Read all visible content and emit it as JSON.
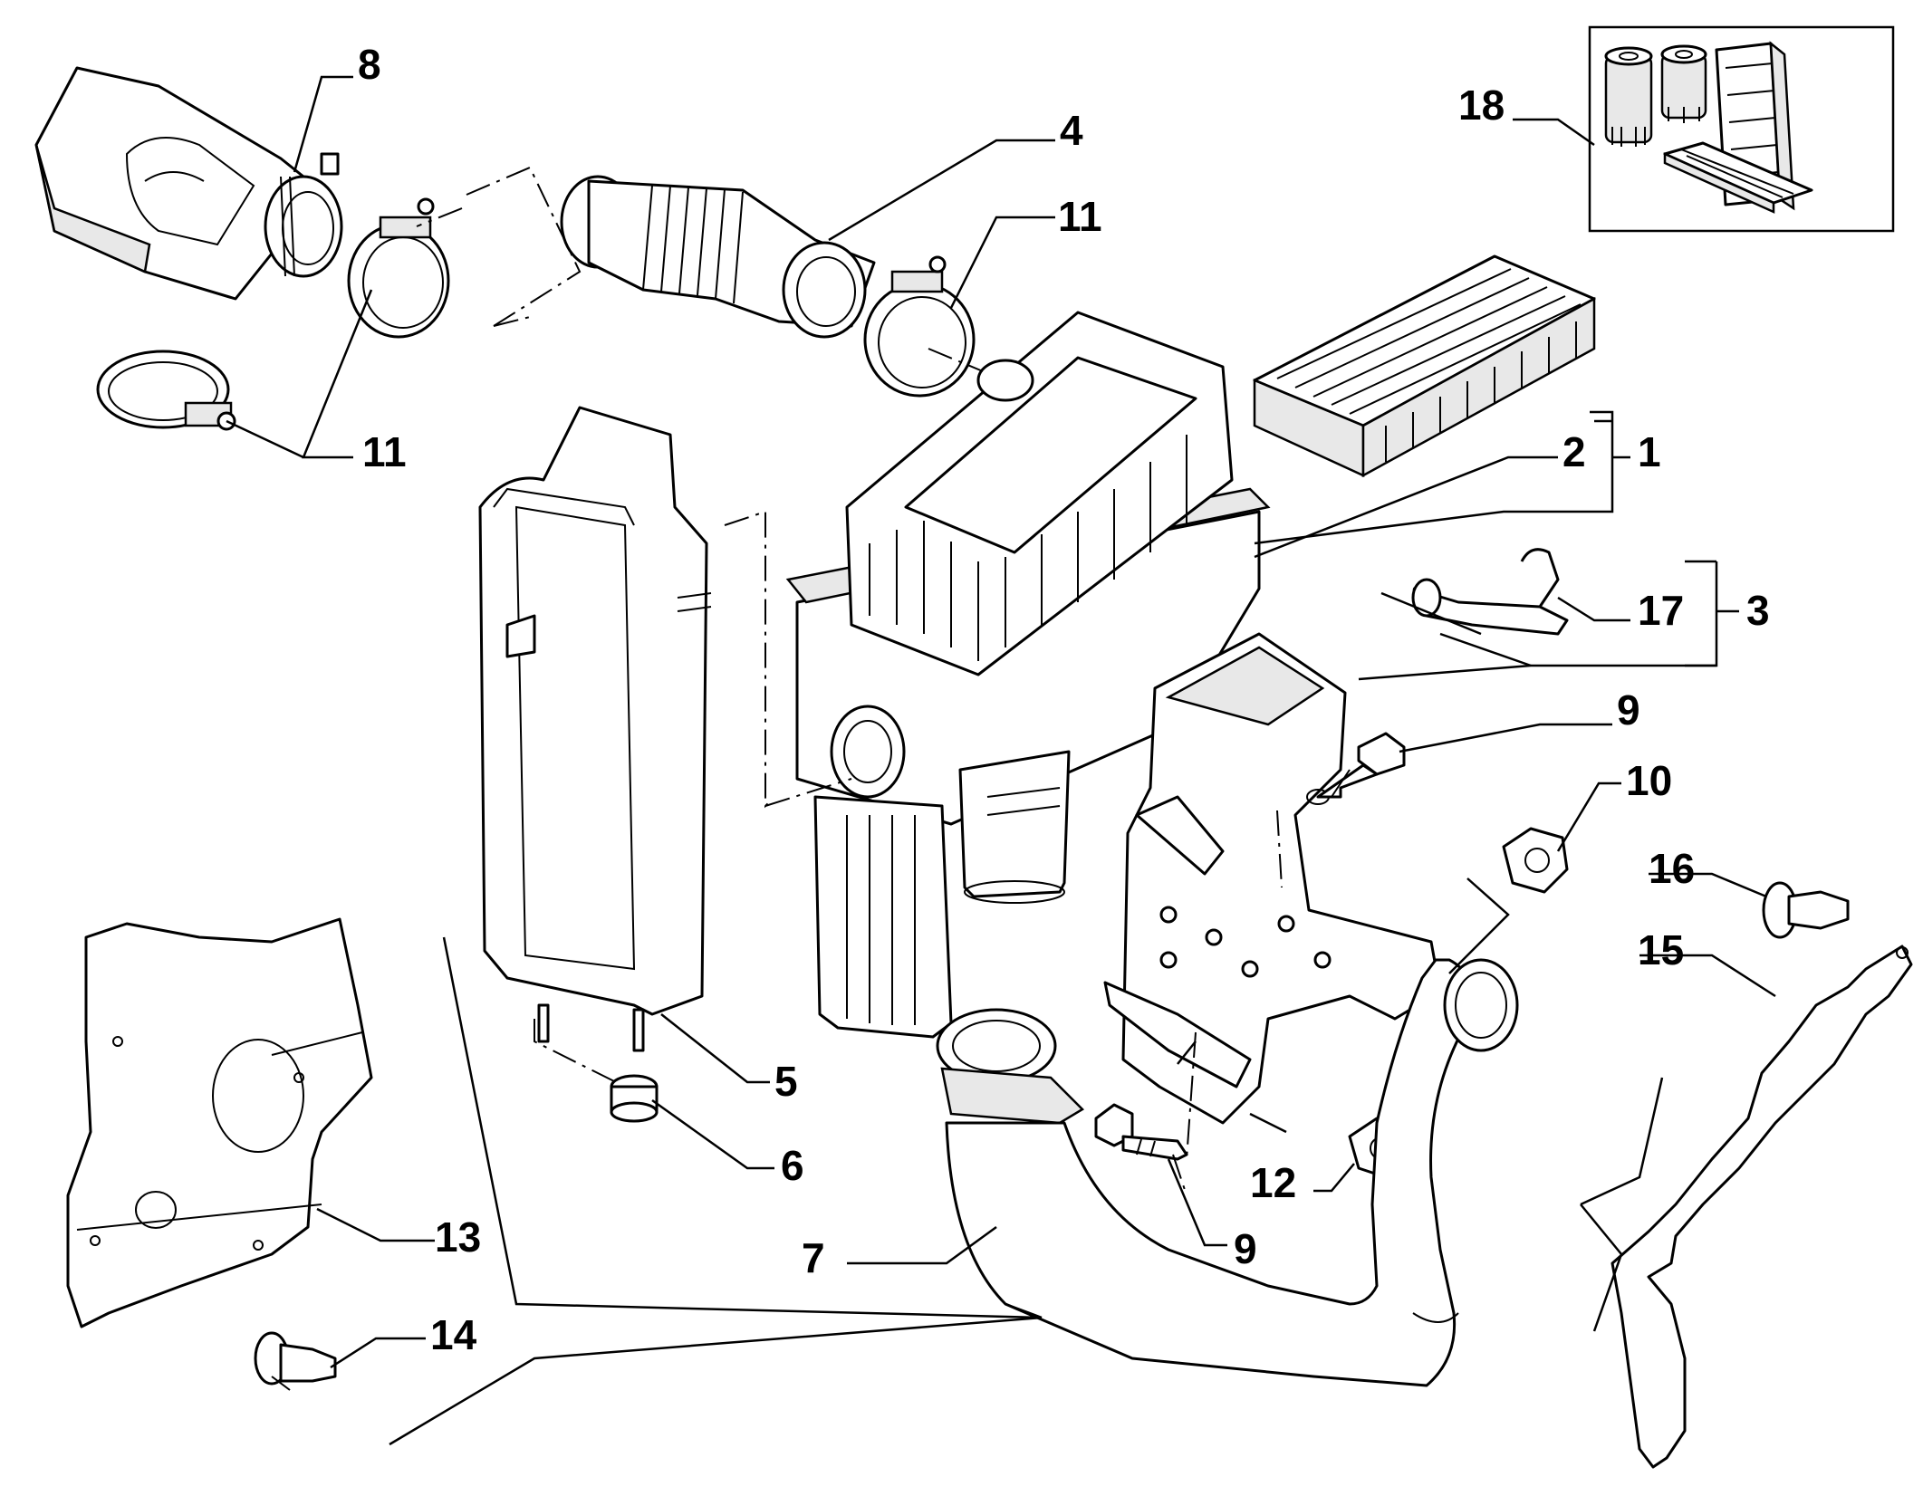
{
  "diagram": {
    "callouts": [
      {
        "id": "c1",
        "label": "1"
      },
      {
        "id": "c2",
        "label": "2"
      },
      {
        "id": "c3",
        "label": "3"
      },
      {
        "id": "c4",
        "label": "4"
      },
      {
        "id": "c5",
        "label": "5"
      },
      {
        "id": "c6",
        "label": "6"
      },
      {
        "id": "c7",
        "label": "7"
      },
      {
        "id": "c8",
        "label": "8"
      },
      {
        "id": "c9a",
        "label": "9"
      },
      {
        "id": "c9b",
        "label": "9"
      },
      {
        "id": "c10",
        "label": "10"
      },
      {
        "id": "c11a",
        "label": "11"
      },
      {
        "id": "c11b",
        "label": "11"
      },
      {
        "id": "c12",
        "label": "12"
      },
      {
        "id": "c13",
        "label": "13"
      },
      {
        "id": "c14",
        "label": "14"
      },
      {
        "id": "c15",
        "label": "15"
      },
      {
        "id": "c16",
        "label": "16"
      },
      {
        "id": "c17",
        "label": "17"
      },
      {
        "id": "c18",
        "label": "18"
      }
    ]
  }
}
